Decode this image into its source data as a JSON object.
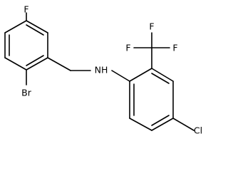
{
  "molecule": {
    "atoms": {
      "f_top": "F",
      "br": "Br",
      "nh": "NH",
      "cf3_f1": "F",
      "cf3_f2": "F",
      "cf3_f3": "F",
      "cl": "Cl"
    }
  }
}
